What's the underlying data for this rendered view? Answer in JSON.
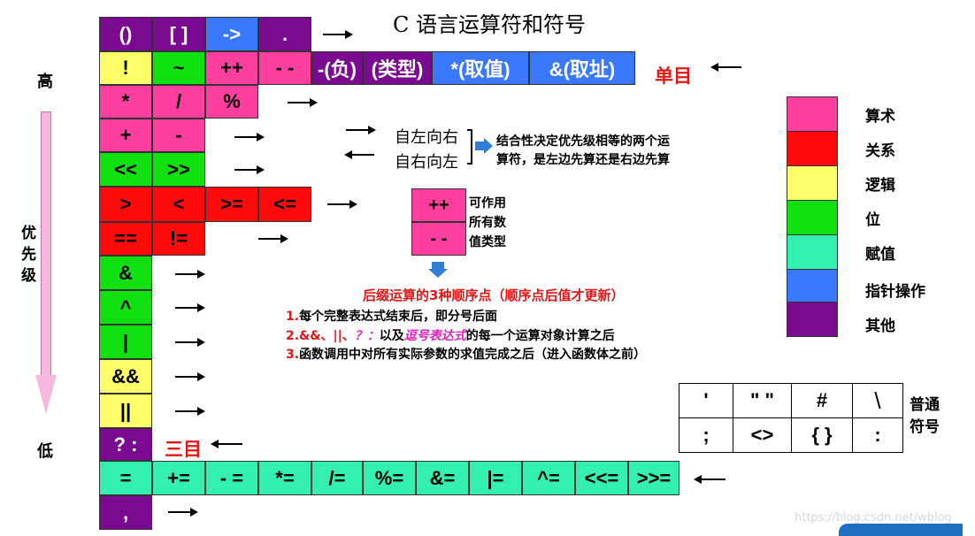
{
  "title": "C 语言运算符和符号",
  "priority": {
    "high": "高",
    "middle": "优先级",
    "low": "低"
  },
  "rows": {
    "r1": [
      "()",
      "[ ]",
      "->",
      "."
    ],
    "r2": [
      "!",
      "~",
      "++",
      "- -",
      "-(负)",
      "(类型)",
      "*(取值)",
      "&(取址)"
    ],
    "r3": [
      "*",
      "/",
      "%"
    ],
    "r4": [
      "+",
      "-"
    ],
    "r5": [
      "<<",
      ">>"
    ],
    "r6": [
      ">",
      "<",
      ">=",
      "<="
    ],
    "r7": [
      "==",
      "!="
    ],
    "r8": [
      "&"
    ],
    "r9": [
      "^"
    ],
    "r10": [
      "|"
    ],
    "r11": [
      "&&"
    ],
    "r12": [
      "||"
    ],
    "r13": [
      "? :"
    ],
    "r14": [
      "=",
      "+=",
      "- =",
      "*=",
      "/=",
      "%=",
      "&=",
      "|=",
      "^=",
      "<<=",
      ">>="
    ],
    "r15": [
      ","
    ]
  },
  "labels": {
    "unary": "单目",
    "ternary": "三目"
  },
  "assoc": {
    "ltr": "自左向右",
    "rtl": "自右向左",
    "note1": "结合性决定优先级相等的两个运",
    "note2": "算符，是左边先算还是右边先算"
  },
  "incdec": {
    "inc": "++",
    "dec": "- -",
    "note": [
      "可作用",
      "所有数",
      "值类型"
    ]
  },
  "sequence": {
    "title": "后缀运算的3种顺序点（顺序点后值才更新）",
    "item1_num": "1.",
    "item1": "每个完整表达式结束后，即分号后面",
    "item2_num": "2.&&、||、",
    "item2_q": "？：",
    "item2_a": "以及",
    "item2_comma": "逗号表达式",
    "item2_b": "的每一个运算对象计算之后",
    "item3_num": "3.",
    "item3": "函数调用中对所有实际参数的求值完成之后（进入函数体之前）"
  },
  "legend": [
    {
      "label": "算术",
      "color": "#ff3fa0"
    },
    {
      "label": "关系",
      "color": "#ff0b0b"
    },
    {
      "label": "逻辑",
      "color": "#ffff6a"
    },
    {
      "label": "位",
      "color": "#10e010"
    },
    {
      "label": "赋值",
      "color": "#33f0b0"
    },
    {
      "label": "指针操作",
      "color": "#3a78ff"
    },
    {
      "label": "其他",
      "color": "#7a0a90"
    }
  ],
  "symbols": {
    "row1": [
      "'",
      "\" \"",
      "#",
      "\\"
    ],
    "row2": [
      ";",
      "<>",
      "{ }",
      ":"
    ],
    "label": [
      "普通",
      "符号"
    ]
  },
  "watermark": "https://blog.csdn.net/wblog"
}
